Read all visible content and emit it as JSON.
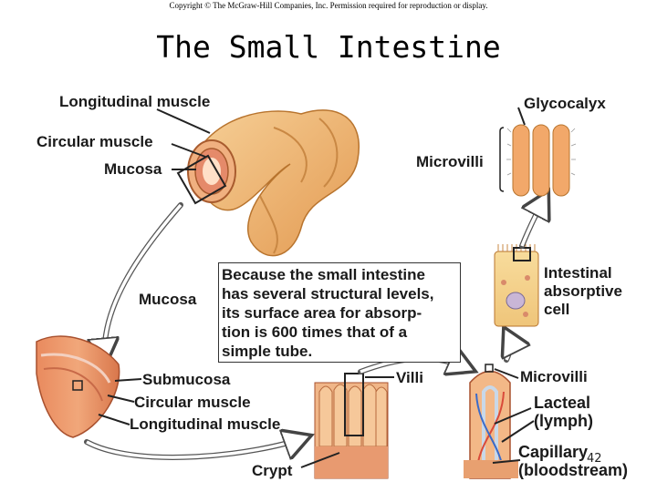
{
  "header": {
    "copyright": "Copyright © The McGraw-Hill Companies, Inc. Permission required for reproduction or display.",
    "title": "The Small Intestine"
  },
  "labels": {
    "longitudinal_muscle_top": "Longitudinal muscle",
    "circular_muscle_top": "Circular muscle",
    "mucosa_top": "Mucosa",
    "glycocalyx": "Glycocalyx",
    "microvilli_top": "Microvilli",
    "intestinal_absorptive_cell": [
      "Intestinal",
      "absorptive",
      "cell"
    ],
    "mucosa_mid": "Mucosa",
    "submucosa": "Submucosa",
    "circular_muscle_bottom": "Circular muscle",
    "longitudinal_muscle_bottom": "Longitudinal muscle",
    "villi": "Villi",
    "crypt": "Crypt",
    "microvilli_bottom": "Microvilli",
    "lacteal": [
      "Lacteal",
      "(lymph)"
    ],
    "capillary": [
      "Capillary",
      "(bloodstream)"
    ]
  },
  "callout": {
    "lines": [
      "Because the small intestine",
      "has several structural levels,",
      "its surface area for absorp-",
      "tion is 600 times that of a",
      "simple tube."
    ]
  },
  "page_number": "42",
  "colors": {
    "tissue_orange": "#e8a060",
    "tissue_light": "#f5c98a",
    "tissue_pink": "#e58a6a",
    "outline": "#2a2a2a"
  }
}
